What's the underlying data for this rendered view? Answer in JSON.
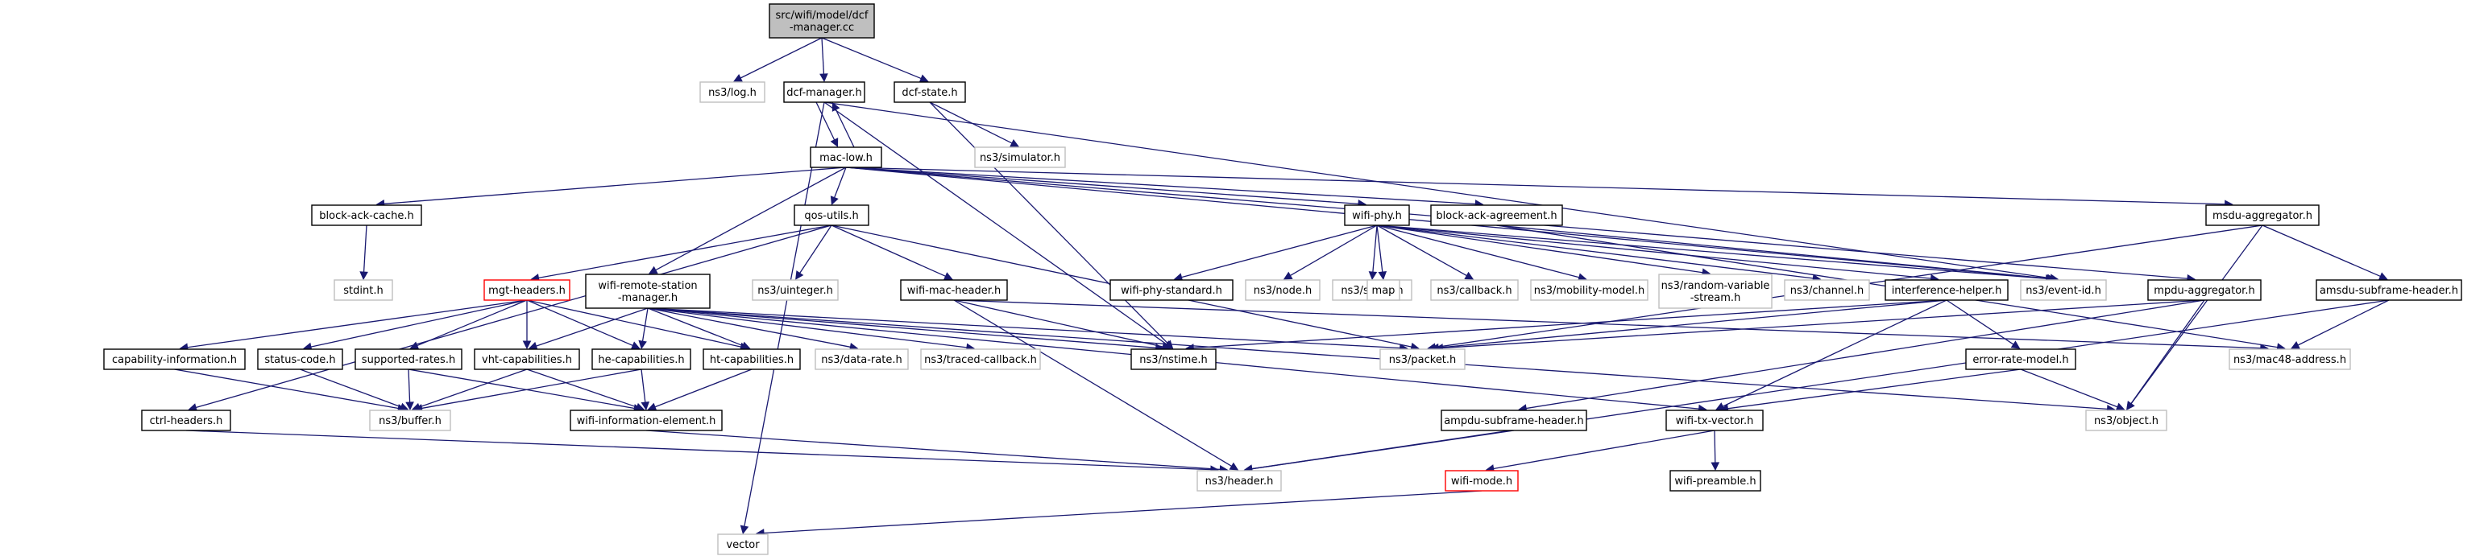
{
  "colors": {
    "root_fill": "#bfbfbf",
    "header_fill": "#ffffff",
    "border_normal": "#000000",
    "border_external": "#bfbfbf",
    "border_highlight": "#ff0000",
    "edge": "#191970"
  },
  "nodes": [
    {
      "id": "dcf-manager-cc",
      "lines": [
        "src/wifi/model/dcf",
        "-manager.cc"
      ],
      "kind": "root"
    },
    {
      "id": "ns3-log-h",
      "lines": [
        "ns3/log.h"
      ],
      "kind": "external"
    },
    {
      "id": "dcf-manager-h",
      "lines": [
        "dcf-manager.h"
      ],
      "kind": "normal"
    },
    {
      "id": "dcf-state-h",
      "lines": [
        "dcf-state.h"
      ],
      "kind": "normal"
    },
    {
      "id": "ns3-simulator-h",
      "lines": [
        "ns3/simulator.h"
      ],
      "kind": "external"
    },
    {
      "id": "mac-low-h",
      "lines": [
        "mac-low.h"
      ],
      "kind": "normal"
    },
    {
      "id": "block-ack-cache-h",
      "lines": [
        "block-ack-cache.h"
      ],
      "kind": "normal"
    },
    {
      "id": "stdint-h",
      "lines": [
        "stdint.h"
      ],
      "kind": "external"
    },
    {
      "id": "qos-utils-h",
      "lines": [
        "qos-utils.h"
      ],
      "kind": "normal"
    },
    {
      "id": "wifi-phy-h",
      "lines": [
        "wifi-phy.h"
      ],
      "kind": "normal"
    },
    {
      "id": "block-ack-agreement-h",
      "lines": [
        "block-ack-agreement.h"
      ],
      "kind": "normal"
    },
    {
      "id": "msdu-aggregator-h",
      "lines": [
        "msdu-aggregator.h"
      ],
      "kind": "normal"
    },
    {
      "id": "mgt-headers-h",
      "lines": [
        "mgt-headers.h"
      ],
      "kind": "highlight"
    },
    {
      "id": "wifi-remote-station-manager-h",
      "lines": [
        "wifi-remote-station",
        "-manager.h"
      ],
      "kind": "normal"
    },
    {
      "id": "ns3-uinteger-h",
      "lines": [
        "ns3/uinteger.h"
      ],
      "kind": "external"
    },
    {
      "id": "wifi-mac-header-h",
      "lines": [
        "wifi-mac-header.h"
      ],
      "kind": "normal"
    },
    {
      "id": "wifi-phy-standard-h",
      "lines": [
        "wifi-phy-standard.h"
      ],
      "kind": "normal"
    },
    {
      "id": "ns3-node-h",
      "lines": [
        "ns3/node.h"
      ],
      "kind": "external"
    },
    {
      "id": "ns3-string-h",
      "lines": [
        "ns3/string.h"
      ],
      "kind": "external"
    },
    {
      "id": "map",
      "lines": [
        "map"
      ],
      "kind": "external"
    },
    {
      "id": "ns3-callback-h",
      "lines": [
        "ns3/callback.h"
      ],
      "kind": "external"
    },
    {
      "id": "ns3-mobility-model-h",
      "lines": [
        "ns3/mobility-model.h"
      ],
      "kind": "external"
    },
    {
      "id": "ns3-random-variable-stream-h",
      "lines": [
        "ns3/random-variable",
        "-stream.h"
      ],
      "kind": "external"
    },
    {
      "id": "ns3-channel-h",
      "lines": [
        "ns3/channel.h"
      ],
      "kind": "external"
    },
    {
      "id": "interference-helper-h",
      "lines": [
        "interference-helper.h"
      ],
      "kind": "normal"
    },
    {
      "id": "ns3-event-id-h",
      "lines": [
        "ns3/event-id.h"
      ],
      "kind": "external"
    },
    {
      "id": "mpdu-aggregator-h",
      "lines": [
        "mpdu-aggregator.h"
      ],
      "kind": "normal"
    },
    {
      "id": "amsdu-subframe-header-h",
      "lines": [
        "amsdu-subframe-header.h"
      ],
      "kind": "normal"
    },
    {
      "id": "capability-information-h",
      "lines": [
        "capability-information.h"
      ],
      "kind": "normal"
    },
    {
      "id": "status-code-h",
      "lines": [
        "status-code.h"
      ],
      "kind": "normal"
    },
    {
      "id": "supported-rates-h",
      "lines": [
        "supported-rates.h"
      ],
      "kind": "normal"
    },
    {
      "id": "vht-capabilities-h",
      "lines": [
        "vht-capabilities.h"
      ],
      "kind": "normal"
    },
    {
      "id": "he-capabilities-h",
      "lines": [
        "he-capabilities.h"
      ],
      "kind": "normal"
    },
    {
      "id": "ht-capabilities-h",
      "lines": [
        "ht-capabilities.h"
      ],
      "kind": "normal"
    },
    {
      "id": "ns3-data-rate-h",
      "lines": [
        "ns3/data-rate.h"
      ],
      "kind": "external"
    },
    {
      "id": "ns3-traced-callback-h",
      "lines": [
        "ns3/traced-callback.h"
      ],
      "kind": "external"
    },
    {
      "id": "ns3-nstime-h",
      "lines": [
        "ns3/nstime.h"
      ],
      "kind": "normal"
    },
    {
      "id": "ns3-packet-h",
      "lines": [
        "ns3/packet.h"
      ],
      "kind": "external"
    },
    {
      "id": "ns3-mac48-address-h",
      "lines": [
        "ns3/mac48-address.h"
      ],
      "kind": "external"
    },
    {
      "id": "error-rate-model-h",
      "lines": [
        "error-rate-model.h"
      ],
      "kind": "normal"
    },
    {
      "id": "ctrl-headers-h",
      "lines": [
        "ctrl-headers.h"
      ],
      "kind": "normal"
    },
    {
      "id": "ns3-buffer-h",
      "lines": [
        "ns3/buffer.h"
      ],
      "kind": "external"
    },
    {
      "id": "wifi-information-element-h",
      "lines": [
        "wifi-information-element.h"
      ],
      "kind": "normal"
    },
    {
      "id": "ampdu-subframe-header-h",
      "lines": [
        "ampdu-subframe-header.h"
      ],
      "kind": "normal"
    },
    {
      "id": "wifi-tx-vector-h",
      "lines": [
        "wifi-tx-vector.h"
      ],
      "kind": "normal"
    },
    {
      "id": "ns3-object-h",
      "lines": [
        "ns3/object.h"
      ],
      "kind": "external"
    },
    {
      "id": "ns3-header-h",
      "lines": [
        "ns3/header.h"
      ],
      "kind": "external"
    },
    {
      "id": "wifi-mode-h",
      "lines": [
        "wifi-mode.h"
      ],
      "kind": "highlight"
    },
    {
      "id": "wifi-preamble-h",
      "lines": [
        "wifi-preamble.h"
      ],
      "kind": "normal"
    },
    {
      "id": "vector",
      "lines": [
        "vector"
      ],
      "kind": "external"
    }
  ],
  "edges": [
    [
      "dcf-manager-cc",
      "ns3-log-h"
    ],
    [
      "dcf-manager-cc",
      "dcf-manager-h"
    ],
    [
      "dcf-manager-cc",
      "dcf-state-h"
    ],
    [
      "dcf-manager-h",
      "mac-low-h"
    ],
    [
      "mac-low-h",
      "dcf-manager-h"
    ],
    [
      "dcf-manager-h",
      "ns3-nstime-h"
    ],
    [
      "dcf-manager-h",
      "ns3-event-id-h"
    ],
    [
      "dcf-manager-h",
      "vector"
    ],
    [
      "dcf-state-h",
      "ns3-simulator-h"
    ],
    [
      "dcf-state-h",
      "ns3-nstime-h"
    ],
    [
      "mac-low-h",
      "block-ack-cache-h"
    ],
    [
      "mac-low-h",
      "qos-utils-h"
    ],
    [
      "mac-low-h",
      "wifi-phy-h"
    ],
    [
      "mac-low-h",
      "block-ack-agreement-h"
    ],
    [
      "mac-low-h",
      "msdu-aggregator-h"
    ],
    [
      "mac-low-h",
      "wifi-remote-station-manager-h"
    ],
    [
      "mac-low-h",
      "mpdu-aggregator-h"
    ],
    [
      "mac-low-h",
      "ns3-event-id-h"
    ],
    [
      "block-ack-cache-h",
      "stdint-h"
    ],
    [
      "qos-utils-h",
      "mgt-headers-h"
    ],
    [
      "qos-utils-h",
      "ns3-uinteger-h"
    ],
    [
      "qos-utils-h",
      "wifi-mac-header-h"
    ],
    [
      "qos-utils-h",
      "ctrl-headers-h"
    ],
    [
      "qos-utils-h",
      "ns3-packet-h"
    ],
    [
      "wifi-phy-h",
      "wifi-phy-standard-h"
    ],
    [
      "wifi-phy-h",
      "ns3-node-h"
    ],
    [
      "wifi-phy-h",
      "ns3-string-h"
    ],
    [
      "wifi-phy-h",
      "map"
    ],
    [
      "wifi-phy-h",
      "ns3-callback-h"
    ],
    [
      "wifi-phy-h",
      "ns3-mobility-model-h"
    ],
    [
      "wifi-phy-h",
      "ns3-random-variable-stream-h"
    ],
    [
      "wifi-phy-h",
      "ns3-channel-h"
    ],
    [
      "wifi-phy-h",
      "interference-helper-h"
    ],
    [
      "wifi-phy-h",
      "ns3-event-id-h"
    ],
    [
      "block-ack-agreement-h",
      "ns3-event-id-h"
    ],
    [
      "block-ack-agreement-h",
      "ns3-mac48-address-h"
    ],
    [
      "msdu-aggregator-h",
      "amsdu-subframe-header-h"
    ],
    [
      "msdu-aggregator-h",
      "ns3-packet-h"
    ],
    [
      "msdu-aggregator-h",
      "ns3-object-h"
    ],
    [
      "amsdu-subframe-header-h",
      "ns3-mac48-address-h"
    ],
    [
      "amsdu-subframe-header-h",
      "ns3-header-h"
    ],
    [
      "mgt-headers-h",
      "capability-information-h"
    ],
    [
      "mgt-headers-h",
      "status-code-h"
    ],
    [
      "mgt-headers-h",
      "supported-rates-h"
    ],
    [
      "mgt-headers-h",
      "vht-capabilities-h"
    ],
    [
      "mgt-headers-h",
      "he-capabilities-h"
    ],
    [
      "mgt-headers-h",
      "ht-capabilities-h"
    ],
    [
      "wifi-remote-station-manager-h",
      "vht-capabilities-h"
    ],
    [
      "wifi-remote-station-manager-h",
      "he-capabilities-h"
    ],
    [
      "wifi-remote-station-manager-h",
      "ht-capabilities-h"
    ],
    [
      "wifi-remote-station-manager-h",
      "ns3-data-rate-h"
    ],
    [
      "wifi-remote-station-manager-h",
      "ns3-traced-callback-h"
    ],
    [
      "wifi-remote-station-manager-h",
      "ns3-nstime-h"
    ],
    [
      "wifi-remote-station-manager-h",
      "wifi-tx-vector-h"
    ],
    [
      "wifi-remote-station-manager-h",
      "ns3-object-h"
    ],
    [
      "wifi-remote-station-manager-h",
      "ns3-packet-h"
    ],
    [
      "wifi-mac-header-h",
      "ns3-nstime-h"
    ],
    [
      "wifi-mac-header-h",
      "ns3-mac48-address-h"
    ],
    [
      "wifi-mac-header-h",
      "ns3-header-h"
    ],
    [
      "interference-helper-h",
      "ns3-nstime-h"
    ],
    [
      "interference-helper-h",
      "ns3-packet-h"
    ],
    [
      "interference-helper-h",
      "error-rate-model-h"
    ],
    [
      "interference-helper-h",
      "wifi-tx-vector-h"
    ],
    [
      "mpdu-aggregator-h",
      "ns3-packet-h"
    ],
    [
      "mpdu-aggregator-h",
      "ampdu-subframe-header-h"
    ],
    [
      "mpdu-aggregator-h",
      "ns3-object-h"
    ],
    [
      "capability-information-h",
      "ns3-buffer-h"
    ],
    [
      "status-code-h",
      "ns3-buffer-h"
    ],
    [
      "supported-rates-h",
      "ns3-buffer-h"
    ],
    [
      "supported-rates-h",
      "wifi-information-element-h"
    ],
    [
      "vht-capabilities-h",
      "ns3-buffer-h"
    ],
    [
      "vht-capabilities-h",
      "wifi-information-element-h"
    ],
    [
      "he-capabilities-h",
      "ns3-buffer-h"
    ],
    [
      "he-capabilities-h",
      "wifi-information-element-h"
    ],
    [
      "ht-capabilities-h",
      "wifi-information-element-h"
    ],
    [
      "error-rate-model-h",
      "wifi-tx-vector-h"
    ],
    [
      "error-rate-model-h",
      "ns3-object-h"
    ],
    [
      "ctrl-headers-h",
      "ns3-header-h"
    ],
    [
      "wifi-information-element-h",
      "ns3-header-h"
    ],
    [
      "ampdu-subframe-header-h",
      "ns3-header-h"
    ],
    [
      "wifi-tx-vector-h",
      "wifi-mode-h"
    ],
    [
      "wifi-tx-vector-h",
      "wifi-preamble-h"
    ],
    [
      "wifi-mode-h",
      "vector"
    ]
  ]
}
